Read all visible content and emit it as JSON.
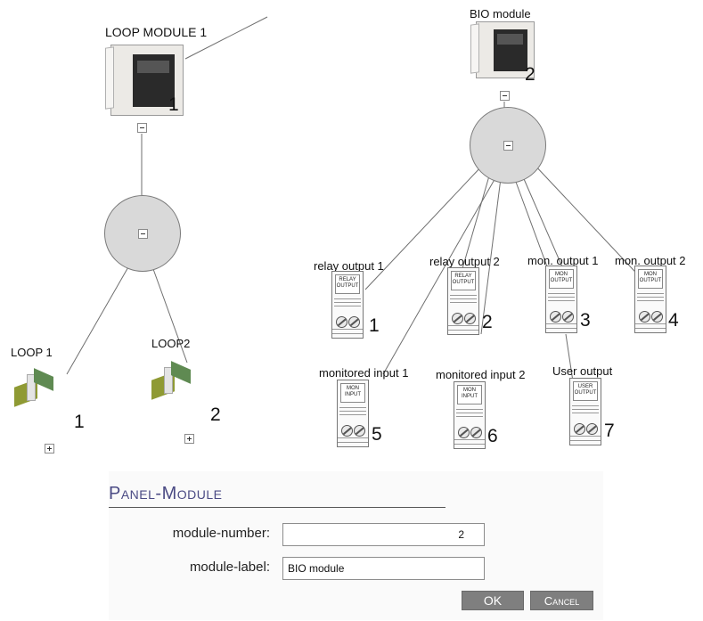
{
  "tree": {
    "loop_module": {
      "label": "LOOP MODULE 1",
      "number": "1",
      "icon": "panel-cabinet-icon"
    },
    "bio_module": {
      "label": "BIO module",
      "number": "2",
      "icon": "panel-cabinet-icon"
    },
    "loops": [
      {
        "label": "LOOP 1",
        "number": "1",
        "icon": "loop-card-icon"
      },
      {
        "label": "LOOP2",
        "number": "2",
        "icon": "loop-card-icon"
      }
    ],
    "bio_children": [
      {
        "label": "relay output 1",
        "number": "1",
        "tag": "RELAY\nOUTPUT"
      },
      {
        "label": "relay output 2",
        "number": "2",
        "tag": "RELAY\nOUTPUT"
      },
      {
        "label": "mon. output 1",
        "number": "3",
        "tag": "MON\nOUTPUT"
      },
      {
        "label": "mon. output 2",
        "number": "4",
        "tag": "MON\nOUTPUT"
      },
      {
        "label": "monitored input 1",
        "number": "5",
        "tag": "MON\nINPUT"
      },
      {
        "label": "monitored input 2",
        "number": "6",
        "tag": "MON\nINPUT"
      },
      {
        "label": "User output",
        "number": "7",
        "tag": "USER\nOUTPUT"
      }
    ]
  },
  "panel": {
    "title": "Panel-Module",
    "fields": {
      "module_number_label": "module-number:",
      "module_number_value": "2",
      "module_label_label": "module-label:",
      "module_label_value": "BIO module"
    },
    "ok_label": "OK",
    "cancel_label": "Cancel"
  },
  "colors": {
    "hub": "#d9d9d9",
    "panel_title": "#4a4a84",
    "button": "#7f7f7f"
  }
}
